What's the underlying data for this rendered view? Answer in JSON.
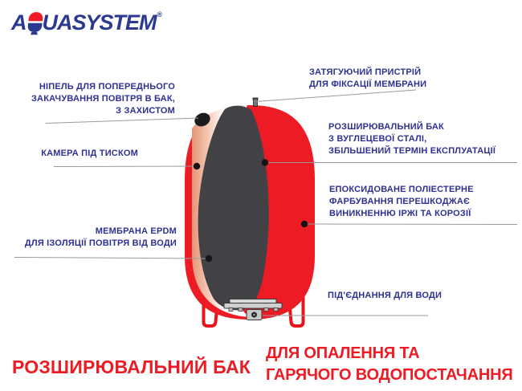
{
  "logo": {
    "part1": "A",
    "part2": "UASYSTEM",
    "registered": "®"
  },
  "icons": {
    "logo_tank": "tank-logo-icon"
  },
  "callouts": {
    "left": [
      {
        "id": "nipple",
        "lines": [
          "НІПЕЛЬ ДЛЯ ПОПЕРЕДНЬОГО",
          "ЗАКАЧУВАННЯ ПОВІТРЯ В БАК,",
          "З ЗАХИСТОМ"
        ]
      },
      {
        "id": "pressure-chamber",
        "lines": [
          "КАМЕРА ПІД ТИСКОМ"
        ]
      },
      {
        "id": "membrane",
        "lines": [
          "МЕМБРАНА EPDM",
          "ДЛЯ ІЗОЛЯЦІЇ ПОВІТРЯ ВІД ВОДИ"
        ]
      }
    ],
    "right": [
      {
        "id": "clamp",
        "lines": [
          "ЗАТЯГУЮЧИЙ ПРИСТРІЙ",
          "ДЛЯ ФІКСАЦІЇ МЕМБРАНИ"
        ]
      },
      {
        "id": "steel-tank",
        "lines": [
          "РОЗШИРЮВАЛЬНИЙ БАК",
          "З ВУГЛЕЦЕВОЇ СТАЛІ,",
          "ЗБІЛЬШЕНИЙ ТЕРМІН ЕКСПЛУАТАЦІЇ"
        ]
      },
      {
        "id": "epoxy-coating",
        "lines": [
          "ЕПОКСИДОВАНЕ ПОЛІЕСТЕРНЕ",
          "ФАРБУВАННЯ ПЕРЕШКОДЖАЄ",
          "ВИНИКНЕННЮ ІРЖІ ТА КОРОЗІЇ"
        ]
      },
      {
        "id": "water-connection",
        "lines": [
          "ПІД'ЄДНАННЯ ДЛЯ ВОДИ"
        ]
      }
    ]
  },
  "headlines": {
    "left": "РОЗШИРЮВАЛЬНИЙ БАК",
    "right_line1": "ДЛЯ ОПАЛЕННЯ ТА",
    "right_line2": "ГАРЯЧОГО ВОДОПОСТАЧАННЯ"
  },
  "colors": {
    "brand_red": "#ed1c24",
    "label_blue": "#2e3192",
    "logo_blue": "#2b3990",
    "membrane_gray": "#414146",
    "callout_line": "#9a9a9a"
  }
}
